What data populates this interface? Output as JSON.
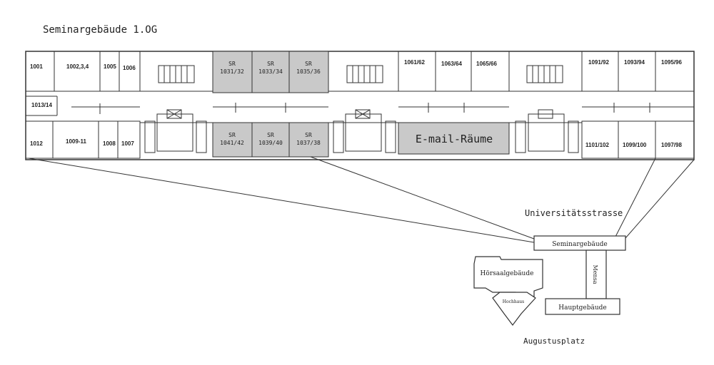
{
  "title": "Seminargebäude 1.OG",
  "colors": {
    "highlight": "#c9c9c9",
    "line": "#333333"
  },
  "rooms_top": [
    "1001",
    "1002,3,4",
    "1005",
    "1006",
    "1061/62",
    "1063/64",
    "1065/66",
    "1091/92",
    "1093/94",
    "1095/96"
  ],
  "room_side": "1013/14",
  "rooms_bottom": [
    "1012",
    "1009-11",
    "1008",
    "1007",
    "1101/102",
    "1099/100",
    "1097/98"
  ],
  "seminar_top": [
    {
      "sr": "SR",
      "num": "1031/32"
    },
    {
      "sr": "SR",
      "num": "1033/34"
    },
    {
      "sr": "SR",
      "num": "1035/36"
    }
  ],
  "seminar_bottom": [
    {
      "sr": "SR",
      "num": "1041/42"
    },
    {
      "sr": "SR",
      "num": "1039/40"
    },
    {
      "sr": "SR",
      "num": "1037/38"
    }
  ],
  "email_rooms": "E-mail-Räume",
  "map": {
    "street_top": "Universitätsstrasse",
    "street_bottom": "Augustusplatz",
    "seminargebaeude": "Seminargebäude",
    "hoersaalgebaeude": "Hörsaalgebäude",
    "hochhaus": "Hochhaus",
    "mensa": "Mensa",
    "hauptgebaeude": "Hauptgebäude"
  }
}
